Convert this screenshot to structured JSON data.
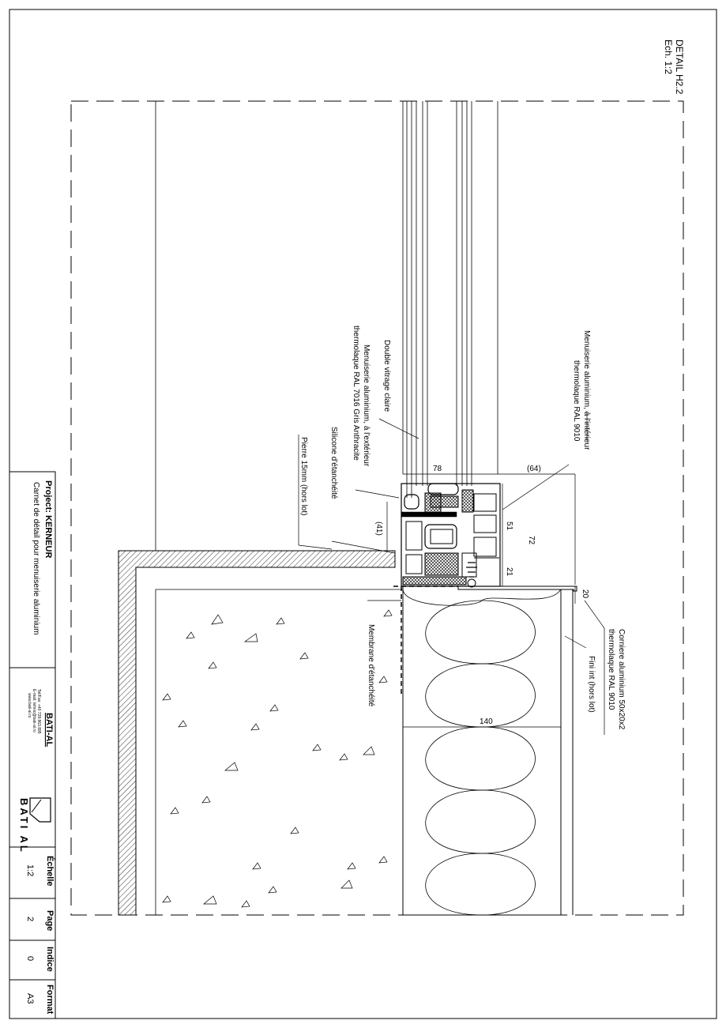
{
  "title_block": {
    "detail_title": "DETAIL H2.2",
    "detail_scale": "Ech. 1:2",
    "project_label": "Project: KERNEUR",
    "project_subtitle": "Carnet de détail pour menuiserie aluminium",
    "company_name": "BATI-AL",
    "company_phone": "Tel/Fax: +40 728.863.895",
    "company_email": "E-mail: tehnic@bati-al.ro",
    "company_web": "www.bati-al.ro",
    "logo_text": "BATI AL",
    "fields": [
      {
        "label": "Échelle",
        "value": "1:2"
      },
      {
        "label": "Page",
        "value": "2"
      },
      {
        "label": "Indice",
        "value": "0"
      },
      {
        "label": "Format",
        "value": "A3"
      }
    ]
  },
  "annotations": {
    "menuiserie_int_1": "Menuiserie aluminium, à l'intérieur",
    "menuiserie_int_2": "thermolaque RAL 9010",
    "double_vitrage": "Double vitrage claire",
    "menuiserie_ext_1": "Menuiserie aluminium, à l'extérieur",
    "menuiserie_ext_2": "thermolaque RAL 7016 Gris Anthracite",
    "silicone": "Silicone d'étanchéité",
    "pierre": "Pierre 15mm (hors lot)",
    "membrane": "Membrane d'étanchéité",
    "corniere_1": "Corniere aluminium 50x20x2",
    "corniere_2": "thermolaque RAL 9010",
    "fini_int": "Fini int (hors lot)"
  },
  "dimensions": {
    "d64": "(64)",
    "d78": "78",
    "d51": "51",
    "d72": "72",
    "d21": "21",
    "d41": "(41)",
    "d20": "20",
    "d140": "140"
  }
}
